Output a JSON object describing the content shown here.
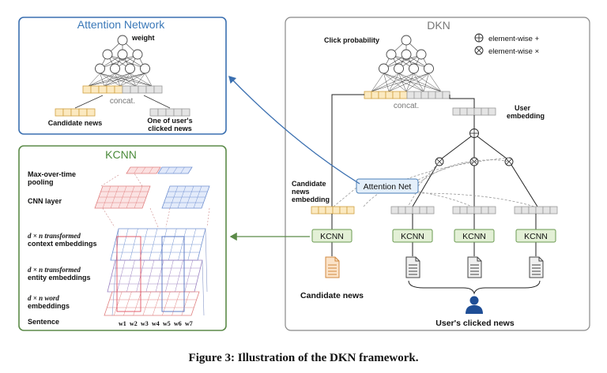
{
  "attention_network": {
    "title": "Attention Network",
    "weight_label": "weight",
    "concat_label": "concat.",
    "candidate_label": "Candidate news",
    "clicked_label_1": "One of user's",
    "clicked_label_2": "clicked news"
  },
  "kcnn": {
    "title": "KCNN",
    "maxpool_1": "Max-over-time",
    "maxpool_2": "pooling",
    "cnn_layer": "CNN layer",
    "context_1": "d × n transformed",
    "context_2": "context embeddings",
    "entity_1": "d × n transformed",
    "entity_2": "entity embeddings",
    "word_1": "d × n word",
    "word_2": "embeddings",
    "sentence": "Sentence",
    "words": [
      "w1",
      "w2",
      "w3",
      "w4",
      "w5",
      "w6",
      "w7"
    ]
  },
  "dkn": {
    "title": "DKN",
    "click_probability": "Click probability",
    "legend_plus": "element-wise +",
    "legend_times": "element-wise ×",
    "concat_label": "concat.",
    "user_embedding_1": "User",
    "user_embedding_2": "embedding",
    "candidate_emb_1": "Candidate",
    "candidate_emb_2": "news",
    "candidate_emb_3": "embedding",
    "attention_net": "Attention Net",
    "kcnn_label": "KCNN",
    "candidate_news": "Candidate news",
    "clicked_news": "User's clicked news"
  },
  "caption": "Figure 3: Illustration of the DKN framework.",
  "colors": {
    "blue_frame": "#3a6fb0",
    "green_frame": "#5b8a48",
    "title_blue": "#3a78b8",
    "title_green": "#4a8a3a",
    "orange_fill": "#fbe9c0",
    "orange_stroke": "#d0a040",
    "gray_fill": "#e4e4e4",
    "kcnn_fill": "#e3f0d6",
    "kcnn_stroke": "#6a9a50",
    "att_fill": "#e4effa",
    "att_stroke": "#4a7fb8"
  }
}
